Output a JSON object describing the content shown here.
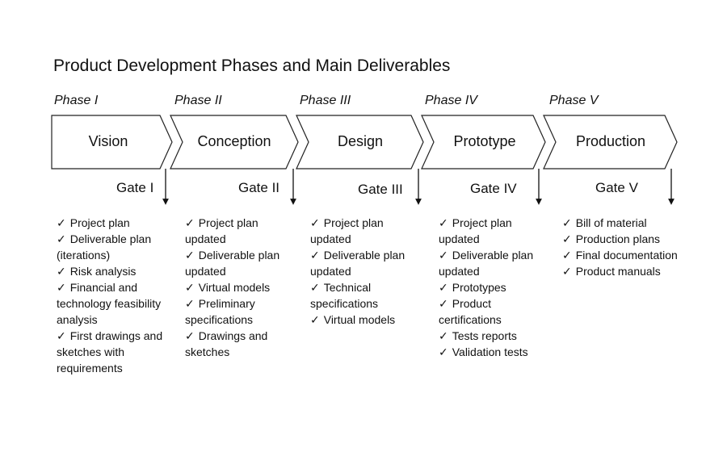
{
  "title": "Product Development Phases and Main Deliverables",
  "phases": [
    {
      "phase": "Phase I",
      "name": "Vision",
      "gate": "Gate I",
      "deliverables": [
        "Project plan",
        "Deliverable plan (iterations)",
        "Risk analysis",
        "Financial and technology feasibility analysis",
        "First drawings and sketches with requirements"
      ]
    },
    {
      "phase": "Phase II",
      "name": "Conception",
      "gate": "Gate II",
      "deliverables": [
        "Project plan updated",
        "Deliverable plan updated",
        "Virtual models",
        "Preliminary specifications",
        "Drawings and sketches"
      ]
    },
    {
      "phase": "Phase III",
      "name": "Design",
      "gate": "Gate III",
      "deliverables": [
        "Project plan updated",
        "Deliverable plan updated",
        "Technical specifications",
        "Virtual models"
      ]
    },
    {
      "phase": "Phase IV",
      "name": "Prototype",
      "gate": "Gate IV",
      "deliverables": [
        "Project plan updated",
        "Deliverable plan updated",
        "Prototypes",
        "Product certifications",
        "Tests reports",
        "Validation tests"
      ]
    },
    {
      "phase": "Phase V",
      "name": "Production",
      "gate": "Gate V",
      "deliverables": [
        "Bill of material",
        "Production plans",
        "Final documentation",
        "Product manuals"
      ]
    }
  ]
}
